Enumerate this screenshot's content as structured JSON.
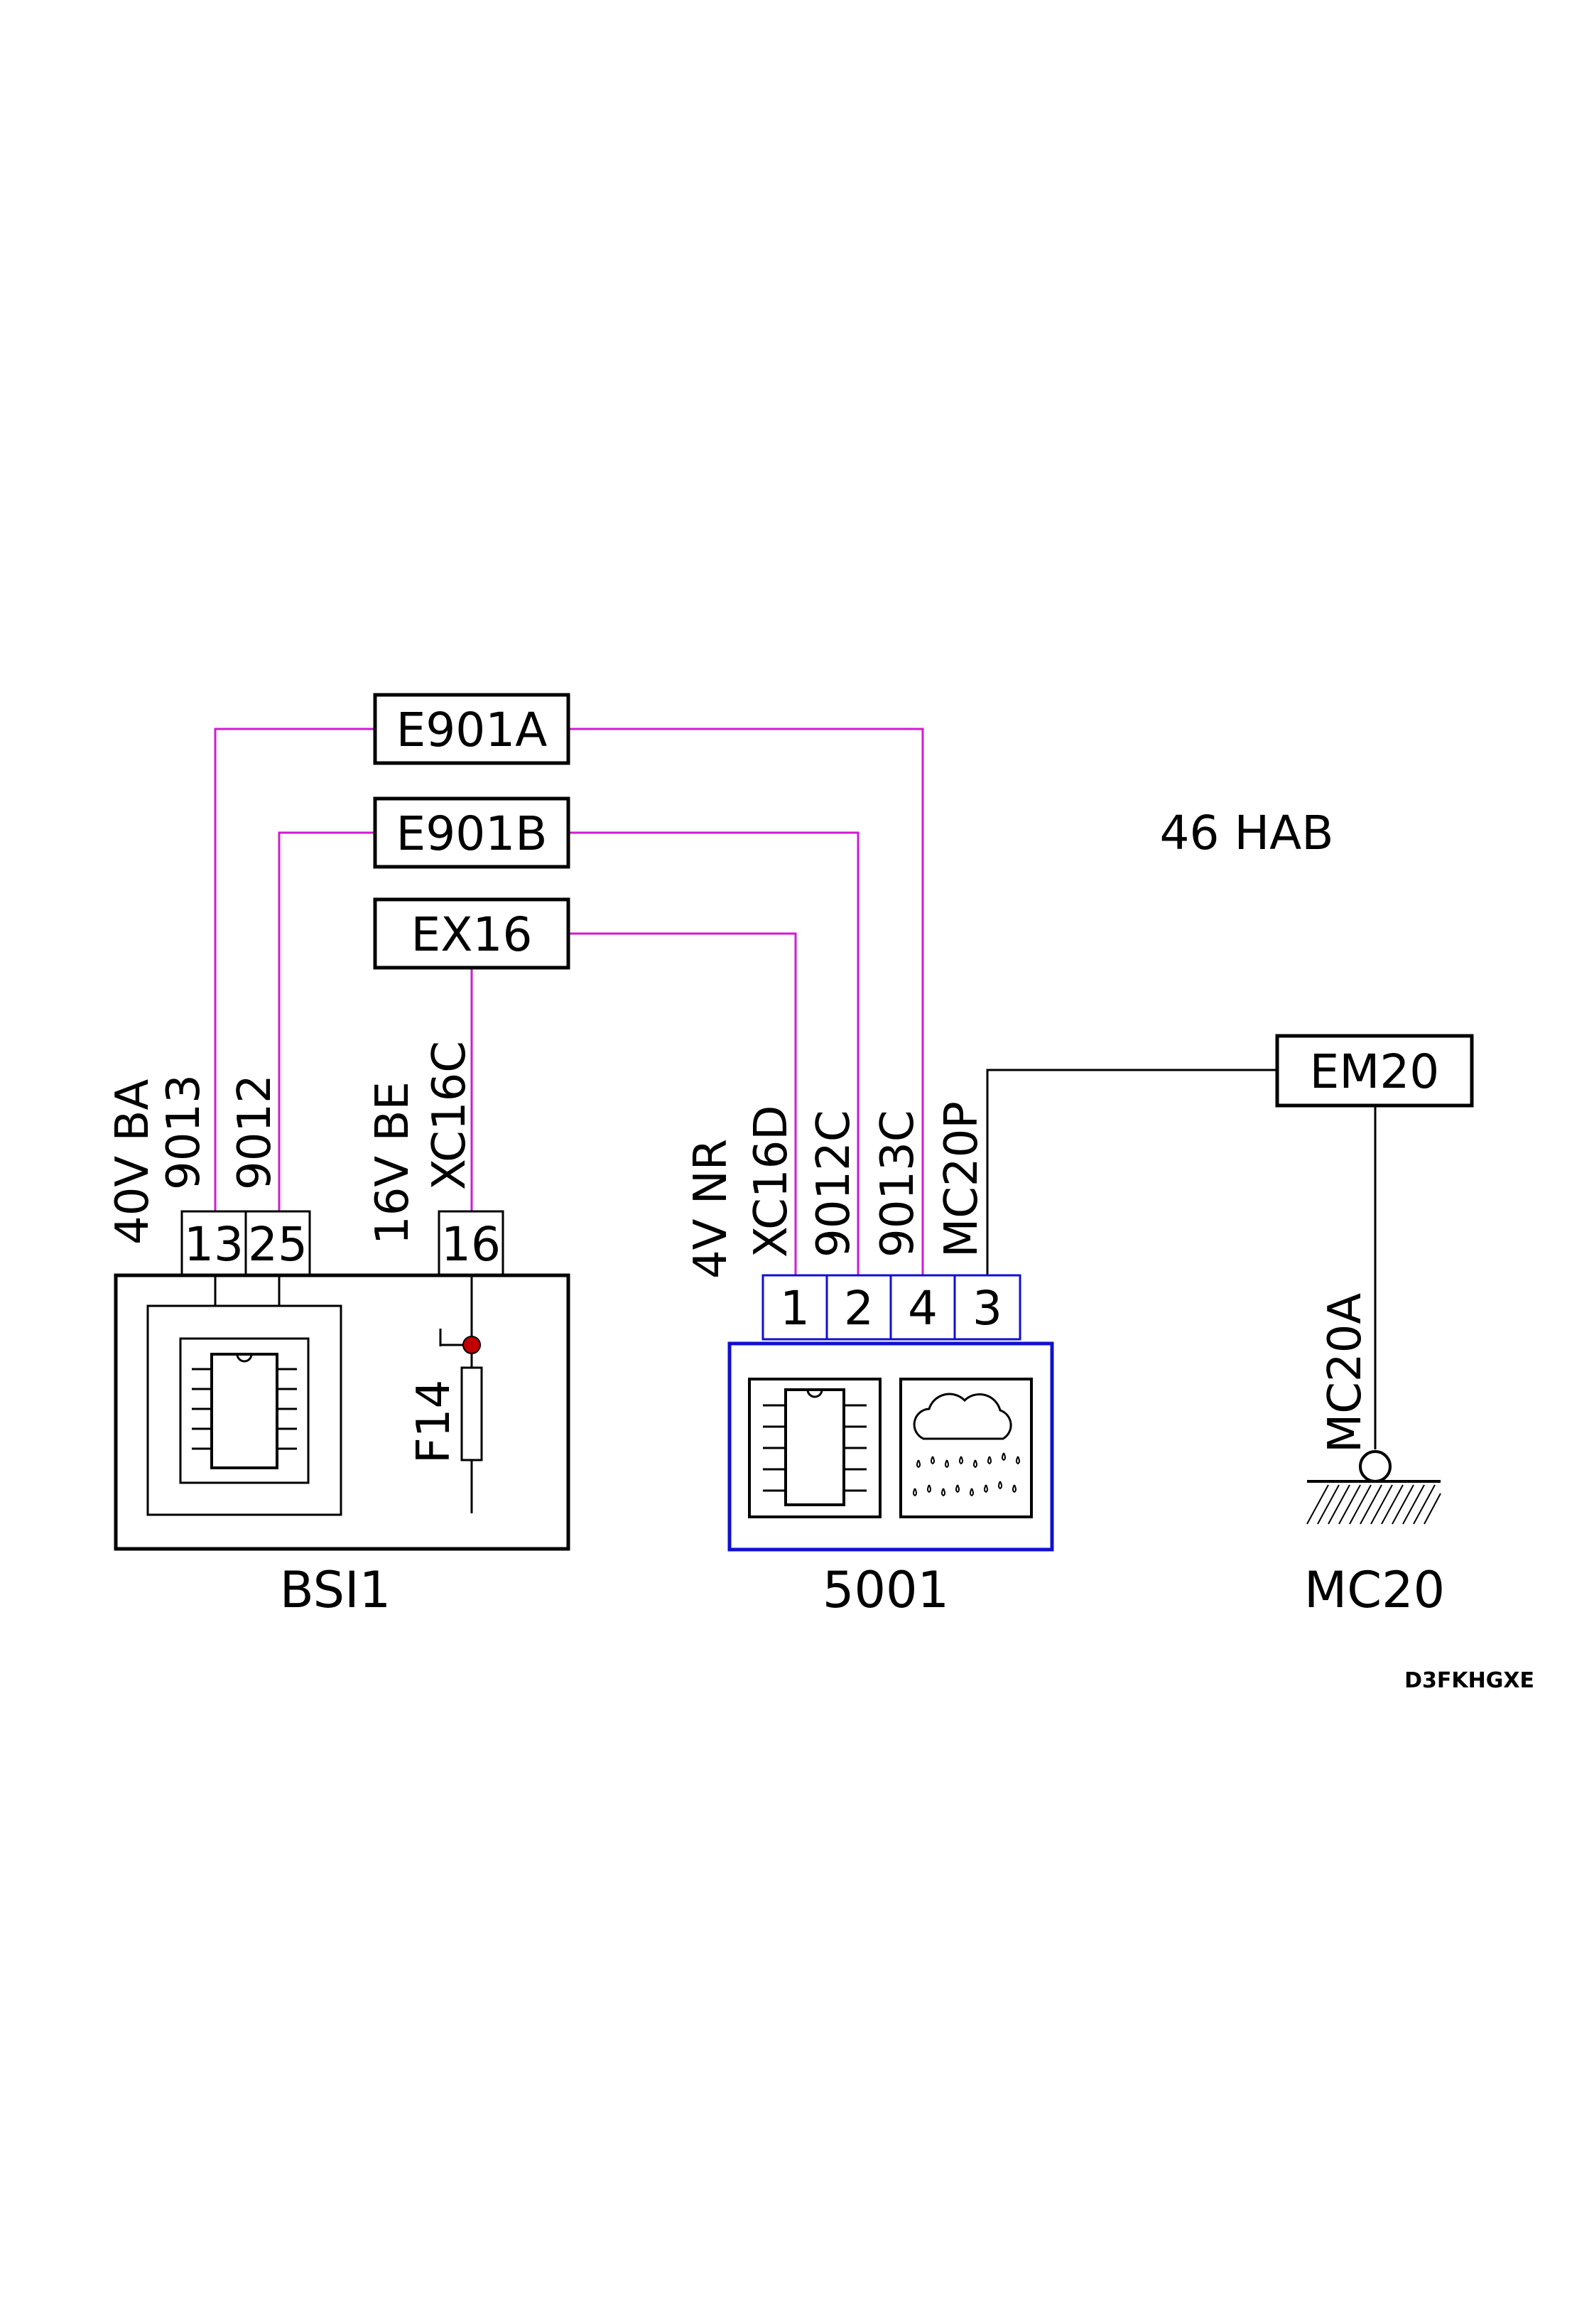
{
  "title": "46 HAB",
  "reference_code": "D3FKHGXE",
  "colors": {
    "wire_pink": "#d21ad2",
    "frame_black": "#000000",
    "module_blue": "#1010d0",
    "fuse_dot": "#c00000",
    "background": "#ffffff"
  },
  "splices": {
    "e901a": "E901A",
    "e901b": "E901B",
    "ex16": "EX16",
    "em20": "EM20"
  },
  "bsi": {
    "name": "BSI1",
    "icon": "chip-icon",
    "fuse_label": "F14",
    "connector_a": {
      "header": "40V BA",
      "wires": [
        "9013",
        "9012"
      ],
      "pins": [
        "13",
        "25"
      ]
    },
    "connector_b": {
      "header": "16V BE",
      "wire": "XC16C",
      "pin": "16"
    }
  },
  "sensor": {
    "name": "5001",
    "icons": [
      "chip-icon",
      "rain-cloud-icon"
    ],
    "connector": {
      "header": "4V NR",
      "wires": [
        "XC16D",
        "9012C",
        "9013C",
        "MC20P"
      ],
      "pins": [
        "1",
        "2",
        "4",
        "3"
      ]
    }
  },
  "ground": {
    "name": "MC20",
    "wire": "MC20A",
    "icon": "ground-icon"
  }
}
